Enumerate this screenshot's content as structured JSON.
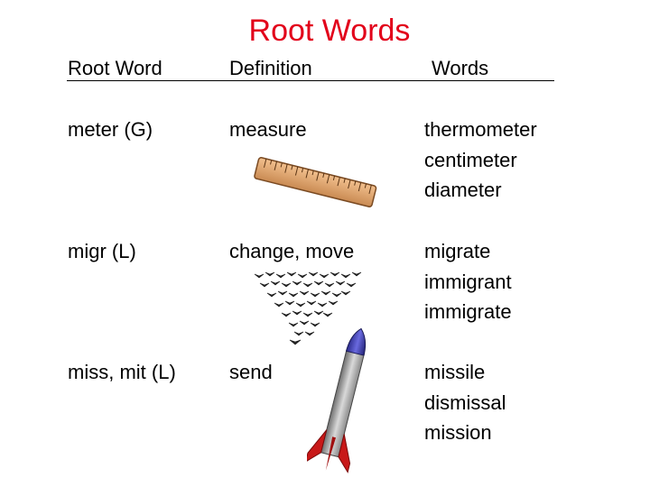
{
  "title": "Root Words",
  "colors": {
    "title": "#e2001a",
    "text": "#000000"
  },
  "table": {
    "headers": [
      "Root Word",
      "Definition",
      "Words"
    ],
    "rows": [
      {
        "root": "meter (G)",
        "definition": "measure",
        "words": [
          "thermometer",
          "centimeter",
          "diameter"
        ],
        "picture": "ruler-icon"
      },
      {
        "root": "migr (L)",
        "definition": "change, move",
        "words": [
          "migrate",
          "immigrant",
          "immigrate"
        ],
        "picture": "bird-flock-icon"
      },
      {
        "root": "miss, mit (L)",
        "definition": "send",
        "words": [
          "missile",
          "dismissal",
          "mission"
        ],
        "picture": "rocket-icon"
      }
    ]
  }
}
